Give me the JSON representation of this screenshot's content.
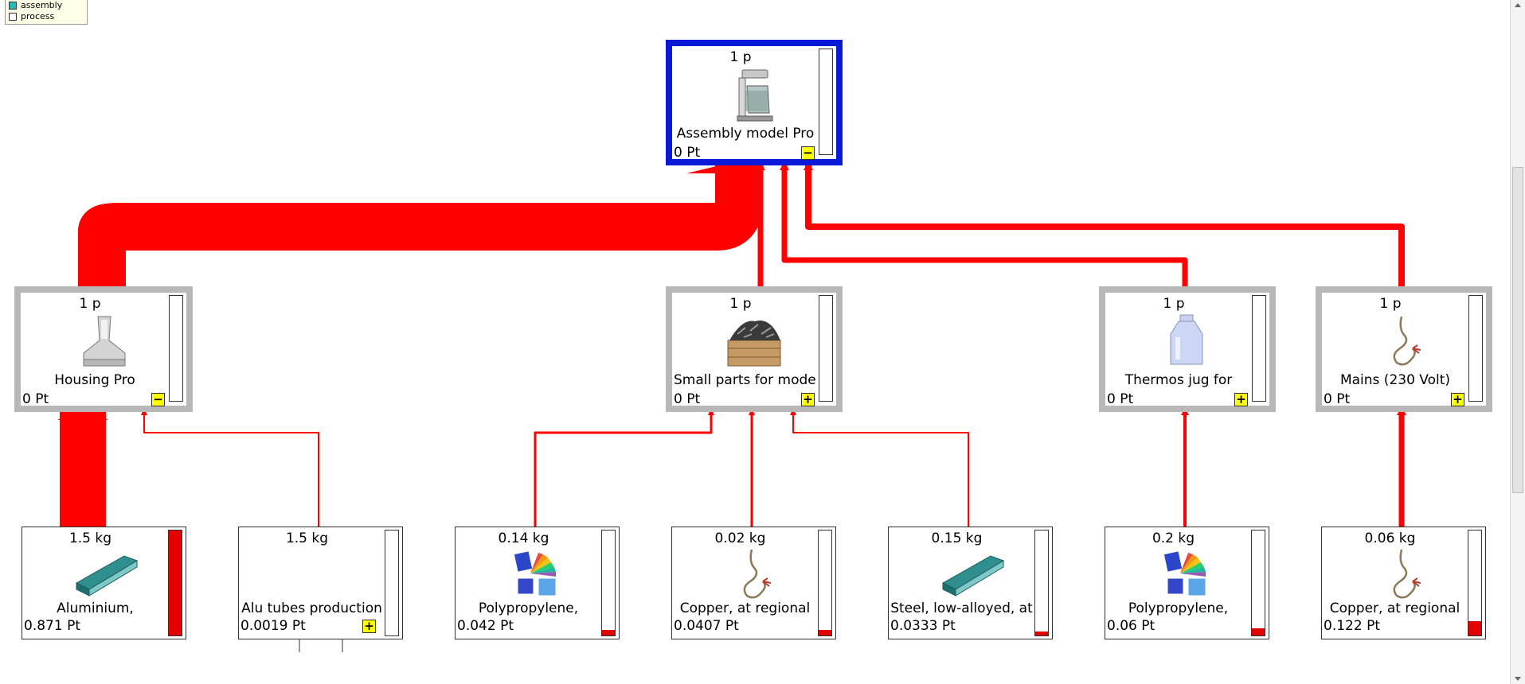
{
  "legend": {
    "items": [
      {
        "label": "assembly",
        "color": "#2ab7b7"
      },
      {
        "label": "process",
        "color": "#ffffff"
      }
    ]
  },
  "colors": {
    "flow": "#ff0000",
    "root_border": "#0a18d8",
    "assembly_border": "#b8b8b8",
    "toggle": "#ffff00"
  },
  "nodes": {
    "root": {
      "qty": "1 p",
      "name": "Assembly model Pro",
      "score": "0 Pt",
      "toggle": "−",
      "icon": "coffee-maker-icon",
      "bar_fill": 0
    },
    "housing": {
      "qty": "1 p",
      "name": "Housing Pro",
      "score": "0 Pt",
      "toggle": "−",
      "icon": "housing-icon",
      "bar_fill": 0
    },
    "small_parts": {
      "qty": "1 p",
      "name": "Small parts for model",
      "score": "0 Pt",
      "toggle": "+",
      "icon": "parts-pallet-icon",
      "bar_fill": 0
    },
    "thermos": {
      "qty": "1 p",
      "name": "Thermos jug for",
      "score": "0 Pt",
      "toggle": "+",
      "icon": "jug-icon",
      "bar_fill": 0
    },
    "mains": {
      "qty": "1 p",
      "name": "Mains (230 Volt)",
      "score": "0 Pt",
      "toggle": "+",
      "icon": "cable-icon",
      "bar_fill": 0
    },
    "aluminium": {
      "qty": "1.5 kg",
      "name": "Aluminium,",
      "score": "0.871 Pt",
      "icon": "metal-beam-icon",
      "bar_fill": 1.0
    },
    "alu_tubes": {
      "qty": "1.5 kg",
      "name": "Alu tubes production",
      "score": "0.0019 Pt",
      "toggle": "+",
      "icon": "",
      "bar_fill": 0
    },
    "pp1": {
      "qty": "0.14 kg",
      "name": "Polypropylene,",
      "score": "0.042 Pt",
      "icon": "plastic-samples-icon",
      "bar_fill": 0.05
    },
    "copper1": {
      "qty": "0.02 kg",
      "name": "Copper, at regional",
      "score": "0.0407 Pt",
      "icon": "cable-icon",
      "bar_fill": 0.05
    },
    "steel": {
      "qty": "0.15 kg",
      "name": "Steel, low-alloyed, at",
      "score": "0.0333 Pt",
      "icon": "metal-beam-icon",
      "bar_fill": 0.04
    },
    "pp2": {
      "qty": "0.2 kg",
      "name": "Polypropylene,",
      "score": "0.06 Pt",
      "icon": "plastic-samples-icon",
      "bar_fill": 0.07
    },
    "copper2": {
      "qty": "0.06 kg",
      "name": "Copper, at regional",
      "score": "0.122 Pt",
      "icon": "cable-icon",
      "bar_fill": 0.14
    }
  }
}
